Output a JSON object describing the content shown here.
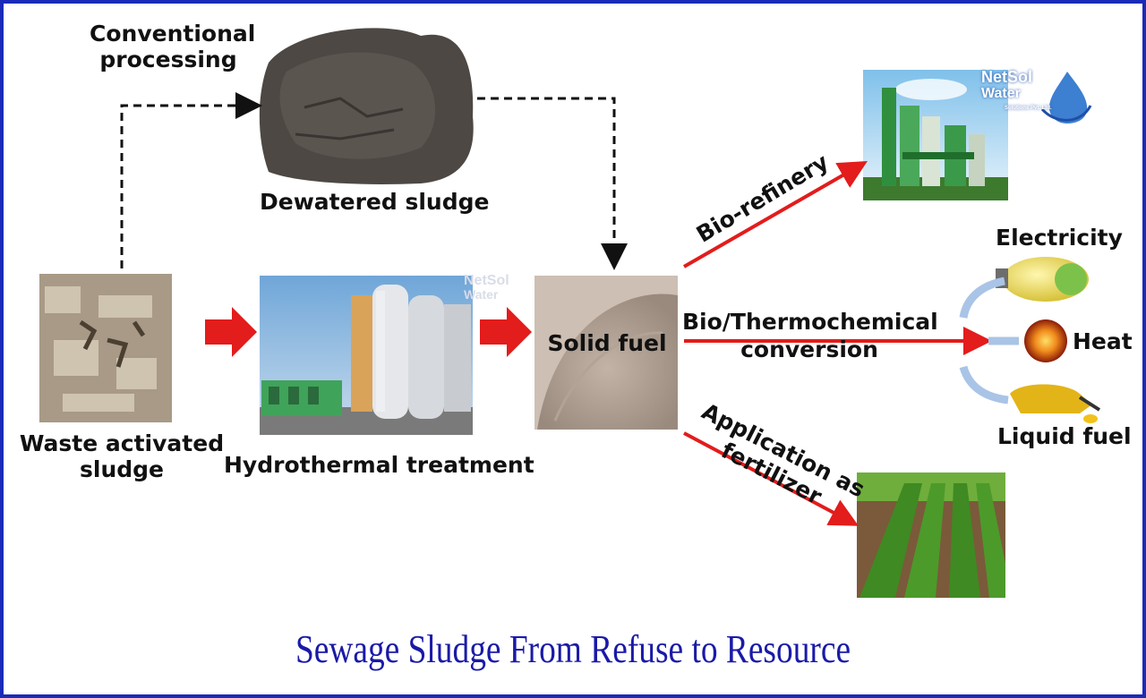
{
  "diagram": {
    "title": "Sewage Sludge From Refuse to Resource",
    "nodes": {
      "conventional": "Conventional\nprocessing",
      "dewatered": "Dewatered sludge",
      "waste": "Waste activated\nsludge",
      "hydrothermal": "Hydrothermal treatment",
      "solid_fuel": "Solid fuel",
      "bio_refinery": "Bio-refinery",
      "conversion": "Bio/Thermochemical\nconversion",
      "fertilizer": "Application as\nfertilizer",
      "electricity": "Electricity",
      "heat": "Heat",
      "liquid_fuel": "Liquid fuel"
    },
    "logo": {
      "line1": "NetSol",
      "line2": "Water",
      "tagline": "Solutions Pvt. Ltd."
    },
    "watermark": {
      "line1": "NetSol",
      "line2": "Water"
    }
  },
  "colors": {
    "border": "#1a2bb8",
    "title": "#1a1aa8",
    "arrow_red": "#e31c1c",
    "arrow_blue": "#a9c4e6",
    "dashed": "#111111"
  }
}
